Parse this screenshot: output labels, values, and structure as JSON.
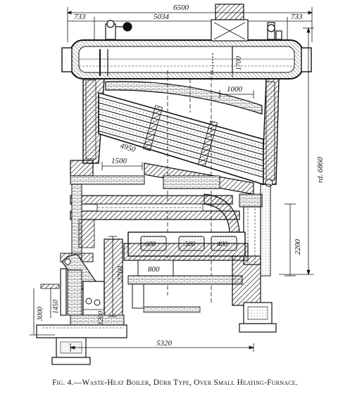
{
  "figure": {
    "caption": "Fig. 4.—Waste-Heat Boiler, Dürr Type, Over Small Heating-Furnace."
  },
  "dimensions": {
    "top_left": "733",
    "top_mid": "5034",
    "top_overall": "6500",
    "top_right": "733",
    "drum_height": "1700",
    "tube_pitch": "1000",
    "tube_length": "4950",
    "header_span": "1500",
    "overall_height": "rd. 6860",
    "furnace_height": "2200",
    "port_1": "600",
    "port_2": "500",
    "port_3": "400",
    "hearth_width": "800",
    "chamber_height": "2760",
    "flue_height": "1450",
    "flue_width": "1200",
    "foundation_height": "3000",
    "base_length": "5320"
  }
}
